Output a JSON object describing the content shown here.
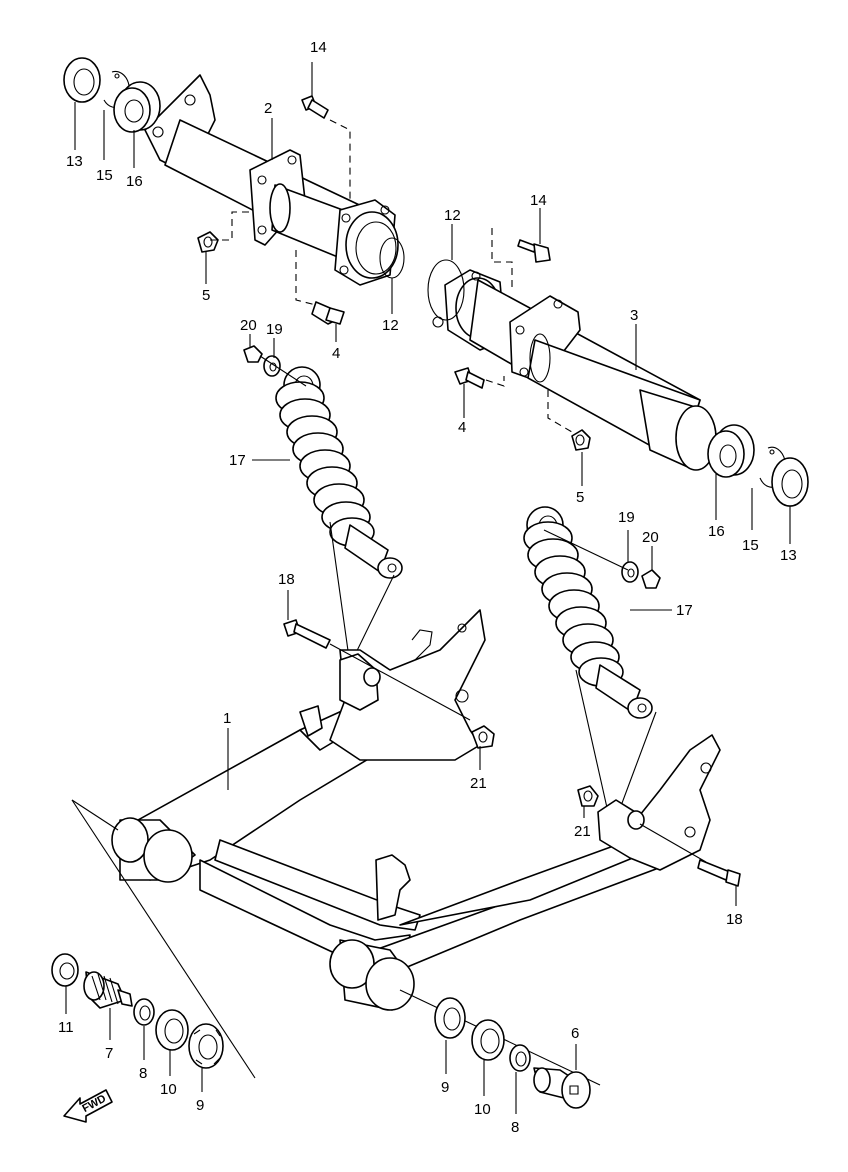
{
  "callouts": {
    "c1": "1",
    "c2": "2",
    "c3": "3",
    "c4a": "4",
    "c4b": "4",
    "c5a": "5",
    "c5b": "5",
    "c6": "6",
    "c7": "7",
    "c8a": "8",
    "c8b": "8",
    "c9a": "9",
    "c9b": "9",
    "c10a": "10",
    "c10b": "10",
    "c11": "11",
    "c12a": "12",
    "c12b": "12",
    "c13a": "13",
    "c13b": "13",
    "c14a": "14",
    "c14b": "14",
    "c15a": "15",
    "c15b": "15",
    "c16a": "16",
    "c16b": "16",
    "c17a": "17",
    "c17b": "17",
    "c18a": "18",
    "c18b": "18",
    "c19a": "19",
    "c19b": "19",
    "c20a": "20",
    "c20b": "20",
    "c21a": "21",
    "c21b": "21"
  },
  "direction_arrow": {
    "label": "FWD"
  },
  "colors": {
    "line": "#000000",
    "background": "#ffffff"
  }
}
